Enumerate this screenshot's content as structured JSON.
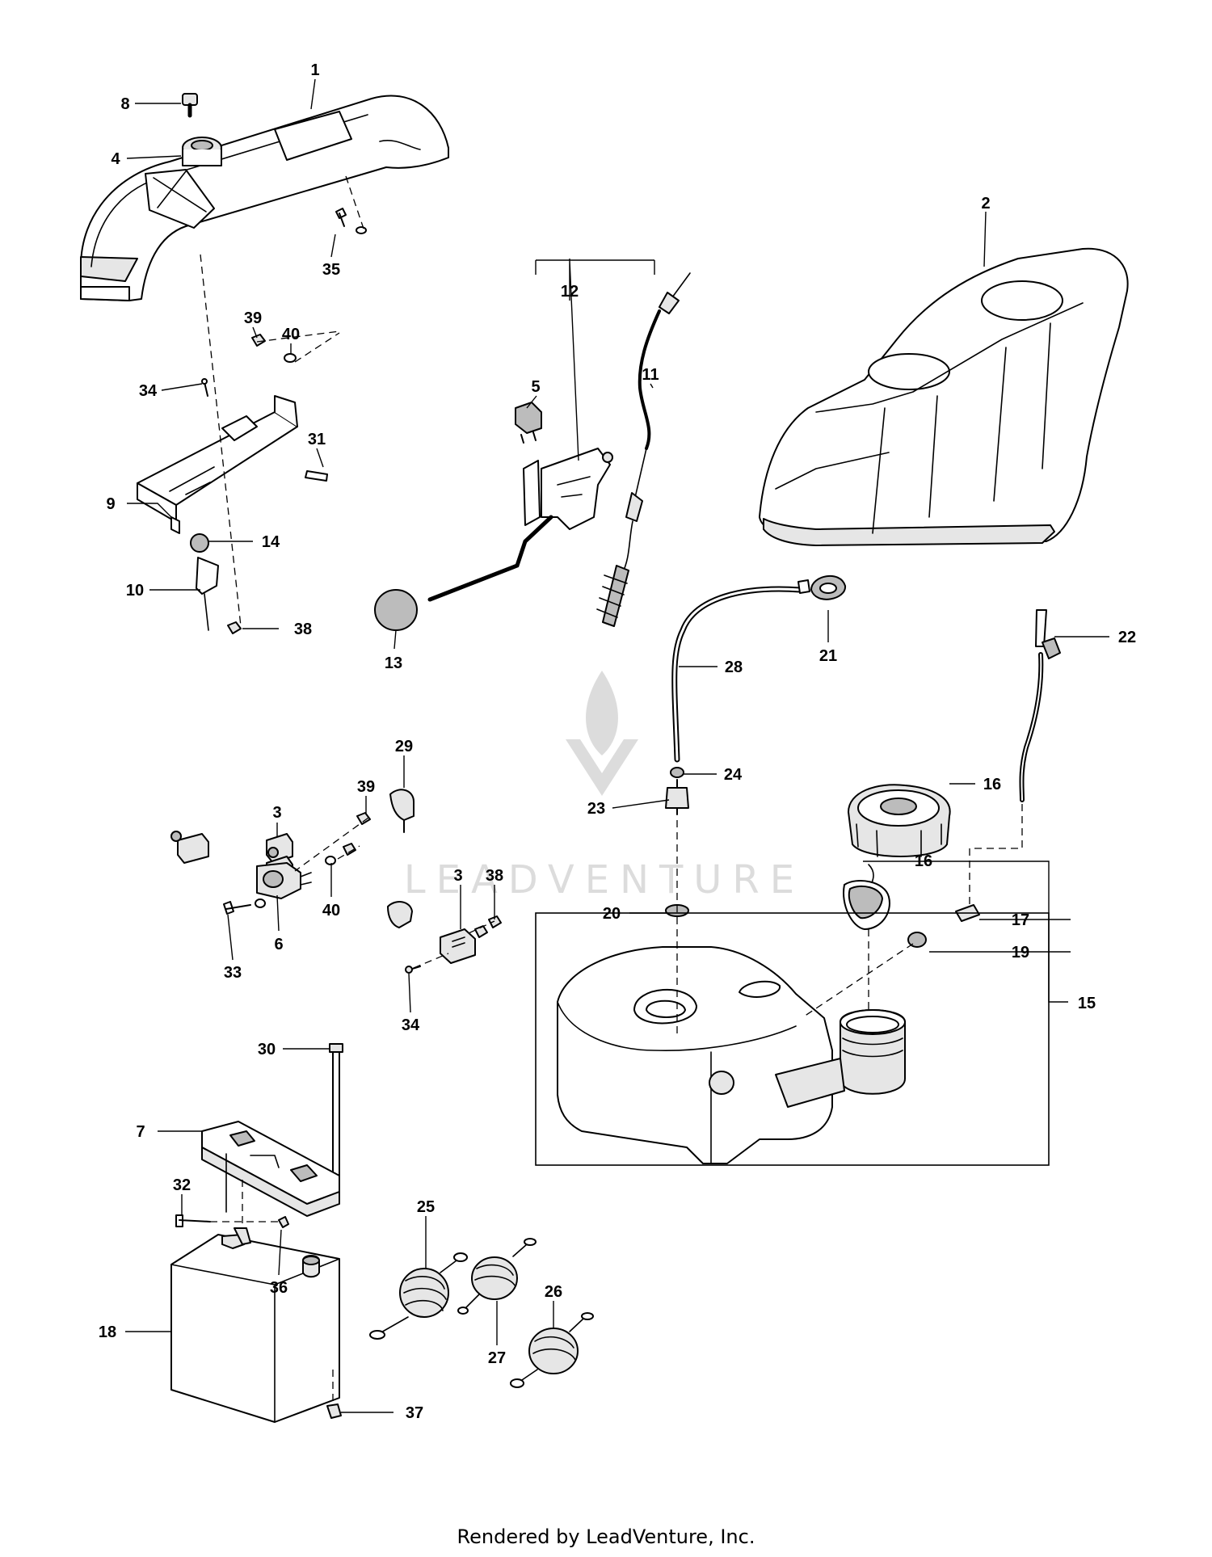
{
  "watermark": {
    "text": "LEADVENTURE"
  },
  "footer": {
    "credit": "Rendered by LeadVenture, Inc."
  },
  "callouts": [
    {
      "id": "c-1",
      "text": "1"
    },
    {
      "id": "c-2",
      "text": "2"
    },
    {
      "id": "c-3a",
      "text": "3"
    },
    {
      "id": "c-3b",
      "text": "3"
    },
    {
      "id": "c-4",
      "text": "4"
    },
    {
      "id": "c-5",
      "text": "5"
    },
    {
      "id": "c-6",
      "text": "6"
    },
    {
      "id": "c-7",
      "text": "7"
    },
    {
      "id": "c-8",
      "text": "8"
    },
    {
      "id": "c-9",
      "text": "9"
    },
    {
      "id": "c-10",
      "text": "10"
    },
    {
      "id": "c-11",
      "text": "11"
    },
    {
      "id": "c-12",
      "text": "12"
    },
    {
      "id": "c-13",
      "text": "13"
    },
    {
      "id": "c-14",
      "text": "14"
    },
    {
      "id": "c-15",
      "text": "15"
    },
    {
      "id": "c-16a",
      "text": "16"
    },
    {
      "id": "c-16b",
      "text": "16"
    },
    {
      "id": "c-17",
      "text": "17"
    },
    {
      "id": "c-18",
      "text": "18"
    },
    {
      "id": "c-19",
      "text": "19"
    },
    {
      "id": "c-20",
      "text": "20"
    },
    {
      "id": "c-21",
      "text": "21"
    },
    {
      "id": "c-22",
      "text": "22"
    },
    {
      "id": "c-23",
      "text": "23"
    },
    {
      "id": "c-24",
      "text": "24"
    },
    {
      "id": "c-25",
      "text": "25"
    },
    {
      "id": "c-26",
      "text": "26"
    },
    {
      "id": "c-27",
      "text": "27"
    },
    {
      "id": "c-28",
      "text": "28"
    },
    {
      "id": "c-29",
      "text": "29"
    },
    {
      "id": "c-30",
      "text": "30"
    },
    {
      "id": "c-31",
      "text": "31"
    },
    {
      "id": "c-32",
      "text": "32"
    },
    {
      "id": "c-33",
      "text": "33"
    },
    {
      "id": "c-34a",
      "text": "34"
    },
    {
      "id": "c-34b",
      "text": "34"
    },
    {
      "id": "c-35",
      "text": "35"
    },
    {
      "id": "c-36",
      "text": "36"
    },
    {
      "id": "c-37",
      "text": "37"
    },
    {
      "id": "c-38a",
      "text": "38"
    },
    {
      "id": "c-38b",
      "text": "38"
    },
    {
      "id": "c-39a",
      "text": "39"
    },
    {
      "id": "c-39b",
      "text": "39"
    },
    {
      "id": "c-40a",
      "text": "40"
    },
    {
      "id": "c-40b",
      "text": "40"
    }
  ]
}
